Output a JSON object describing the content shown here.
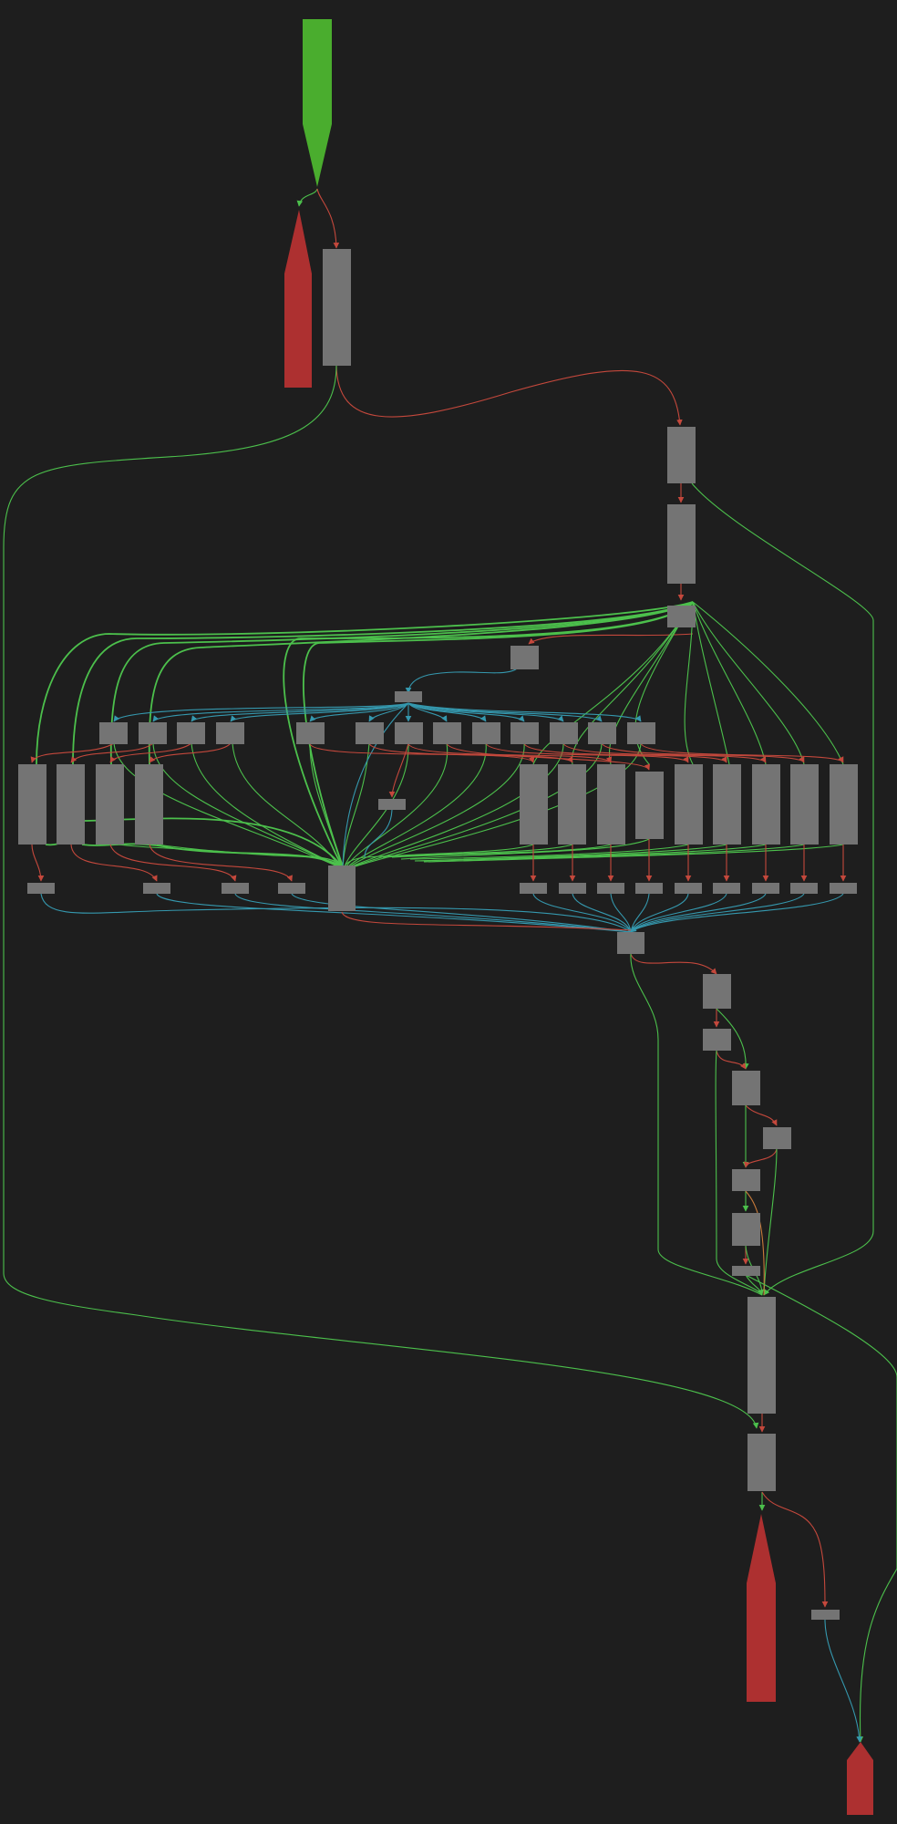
{
  "graph": {
    "description_visible_text": [],
    "colors": {
      "background": "#1e1e1e",
      "node": "#747474",
      "entry": "#4aad2e",
      "exit": "#ad3030",
      "edge_true": "#4cc04c",
      "edge_false": "#c4483c",
      "edge_unconditional": "#3598ae"
    },
    "node_kinds": [
      "entry-block",
      "basic-block",
      "exit-block"
    ],
    "edge_kinds": [
      "conditional-true",
      "conditional-false",
      "unconditional"
    ]
  }
}
